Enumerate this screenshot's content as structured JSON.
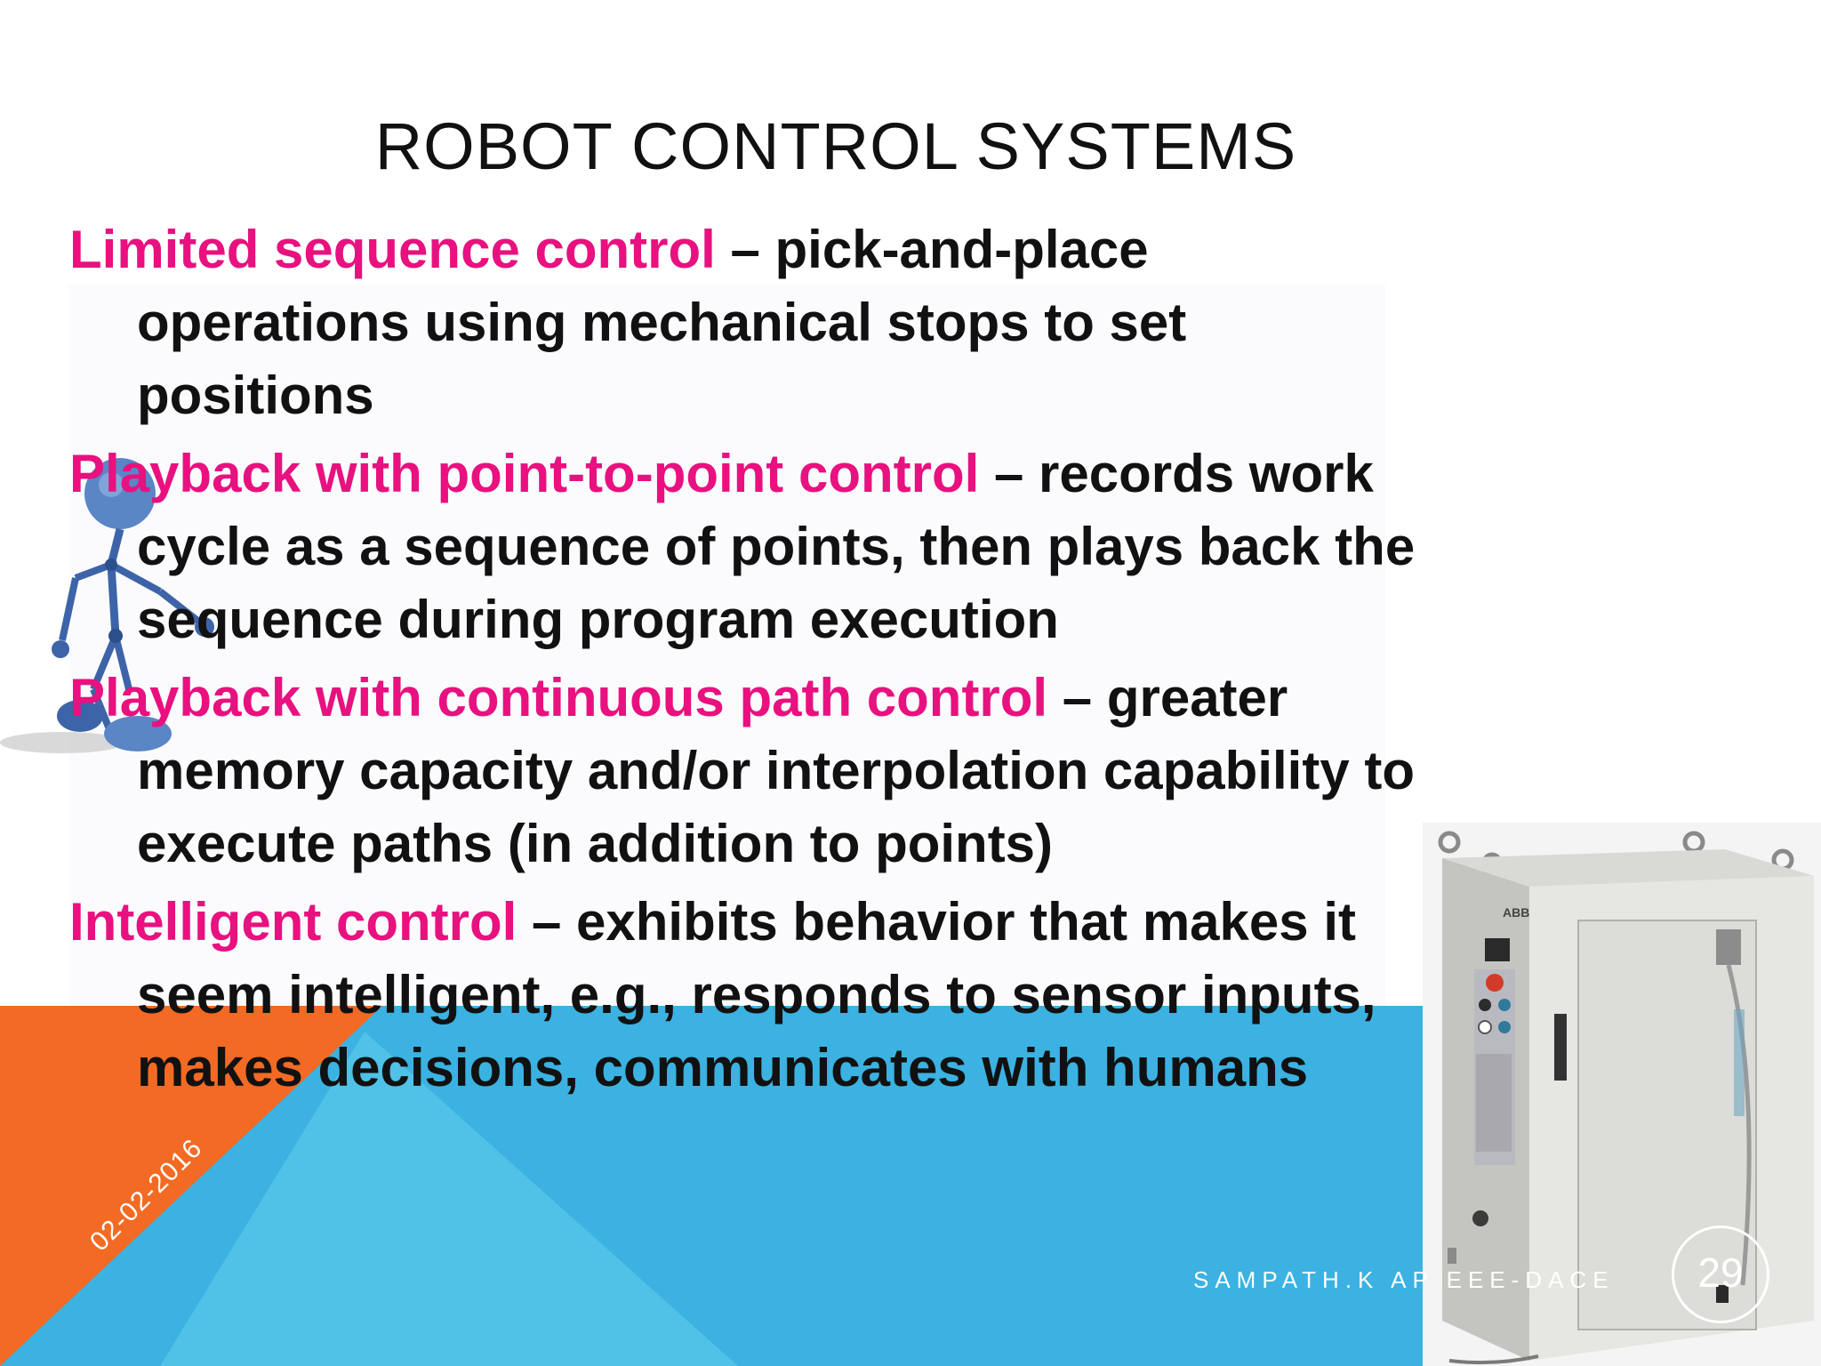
{
  "slide": {
    "title": "ROBOT CONTROL SYSTEMS",
    "bullets": [
      {
        "term": "Limited sequence control",
        "text": " – pick-and-place operations using mechanical stops to set positions"
      },
      {
        "term": "Playback with point-to-point control",
        "text": " – records work cycle as a sequence of points, then plays back the sequence during program execution"
      },
      {
        "term": "Playback with continuous path control",
        "text": " – greater memory capacity and/or interpolation capability to execute paths (in addition to points)"
      },
      {
        "term": "Intelligent control",
        "text": " – exhibits behavior that makes it seem intelligent, e.g., responds to sensor inputs, makes decisions, communicates with humans"
      }
    ],
    "date": "02-02-2016",
    "footer": "SAMPATH.K AP EEE-DACE",
    "page_number": "29",
    "cabinet_brand": "ABB"
  },
  "colors": {
    "term": "#e8117f",
    "text": "#111111",
    "blue_band": "#3bb2e1",
    "orange_band": "#f26a24"
  }
}
